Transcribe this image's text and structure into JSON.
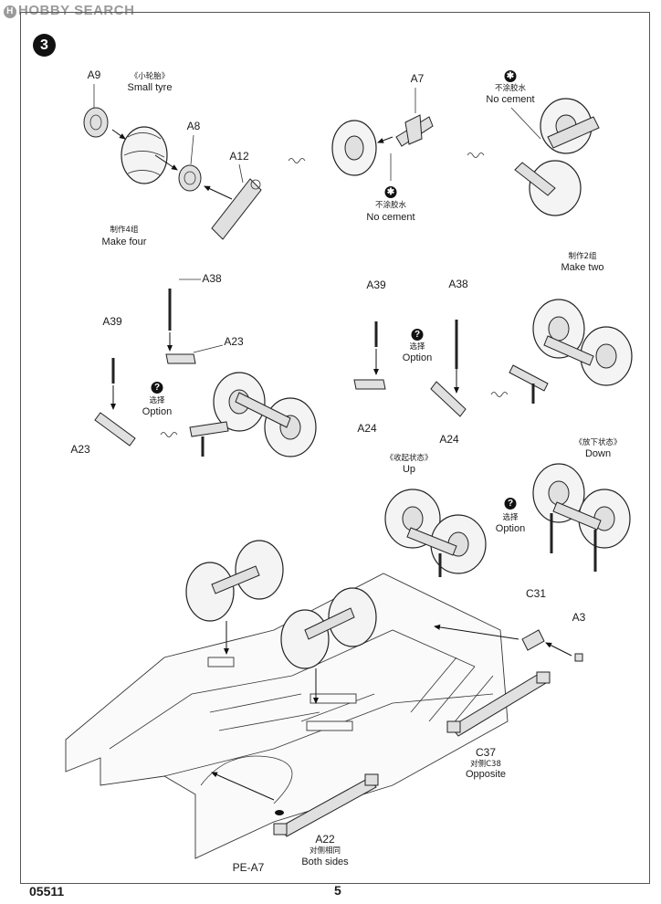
{
  "brand": {
    "name": "HOBBY SEARCH",
    "logo_mark": "H"
  },
  "step": {
    "number": "3"
  },
  "footer": {
    "kit_number": "05511",
    "page_number": "5"
  },
  "icons": {
    "no_cement": "no-cement-icon",
    "option": "option-icon"
  },
  "labels": {
    "a9": "A9",
    "small_tyre_cn": "《小轮胎》",
    "small_tyre_en": "Small tyre",
    "a8": "A8",
    "a12": "A12",
    "make_four_cn": "制作4组",
    "make_four_en": "Make four",
    "a7": "A7",
    "no_cement_1_cn": "不涂胶水",
    "no_cement_1_en": "No cement",
    "no_cement_2_cn": "不涂胶水",
    "no_cement_2_en": "No cement",
    "make_two_cn": "制作2组",
    "make_two_en": "Make two",
    "a38_left": "A38",
    "a23_top": "A23",
    "a39_left": "A39",
    "option_1_cn": "选择",
    "option_1_en": "Option",
    "a23_bottom": "A23",
    "a39_mid": "A39",
    "a38_mid": "A38",
    "option_2_cn": "选择",
    "option_2_en": "Option",
    "a24_left": "A24",
    "a24_right": "A24",
    "up_cn": "《收起状态》",
    "up_en": "Up",
    "down_cn": "《放下状态》",
    "down_en": "Down",
    "option_3_cn": "选择",
    "option_3_en": "Option",
    "c31": "C31",
    "a3": "A3",
    "c37": "C37",
    "opposite_cn": "对侧C38",
    "opposite_en": "Opposite",
    "a22": "A22",
    "both_sides_cn": "对侧相同",
    "both_sides_en": "Both sides",
    "pe_a7": "PE-A7"
  }
}
